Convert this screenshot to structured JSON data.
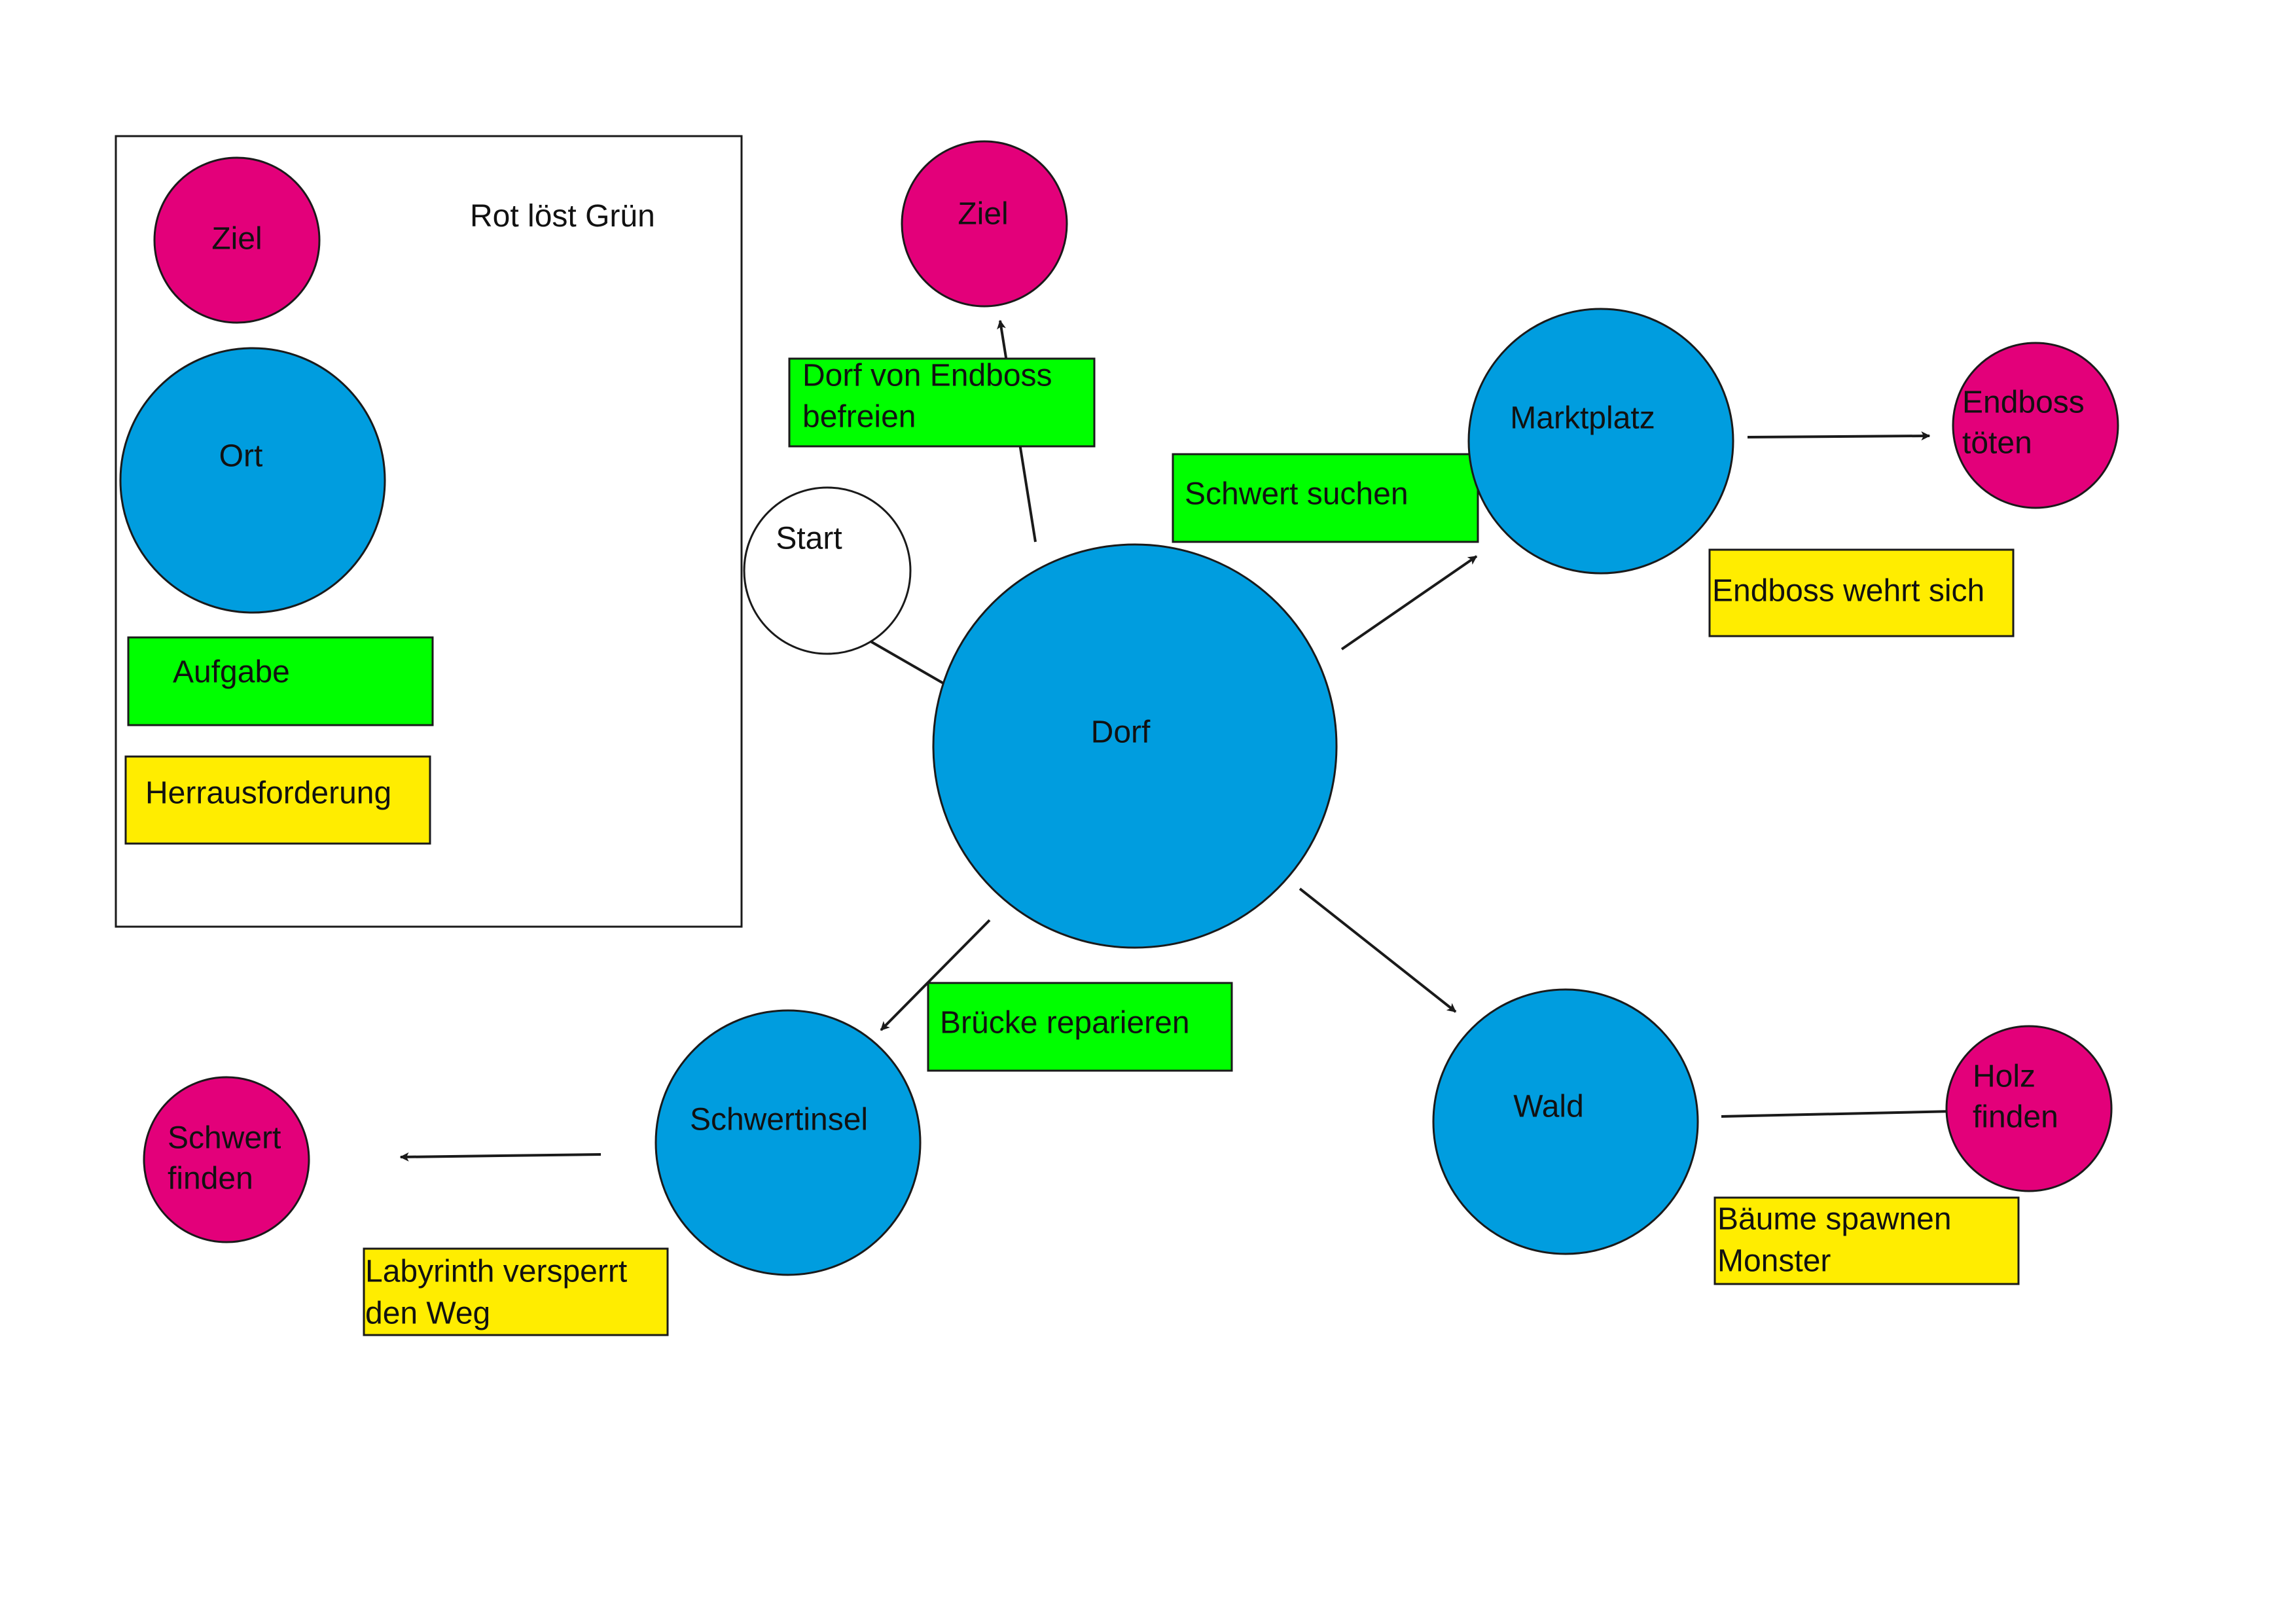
{
  "colors": {
    "ort": "#009ddf",
    "ziel": "#e3007a",
    "aufgabe": "#00ff00",
    "herausforderung": "#ffed00",
    "start": "#ffffff",
    "stroke": "#1a1a1a"
  },
  "legend": {
    "note": "Rot löst Grün",
    "ziel": "Ziel",
    "ort": "Ort",
    "aufgabe": "Aufgabe",
    "herausforderung": "Herrausforderung"
  },
  "nodes": {
    "start": "Start",
    "dorf": "Dorf",
    "marktplatz": "Marktplatz",
    "wald": "Wald",
    "schwertinsel": "Schwertinsel",
    "ziel_top": "Ziel",
    "endboss_toeten": [
      "Endboss",
      "töten"
    ],
    "holz_finden": [
      "Holz",
      "finden"
    ],
    "schwert_finden": [
      "Schwert",
      "finden"
    ]
  },
  "tasks": {
    "dorf_befreien": [
      "Dorf von Endboss",
      "befreien"
    ],
    "schwert_suchen": "Schwert suchen",
    "bruecke_reparieren": "Brücke reparieren"
  },
  "challenges": {
    "endboss_wehrt_sich": "Endboss wehrt sich",
    "baeume_spawnen": [
      "Bäume spawnen",
      "Monster"
    ],
    "labyrinth": [
      "Labyrinth versperrt",
      "den Weg"
    ]
  }
}
